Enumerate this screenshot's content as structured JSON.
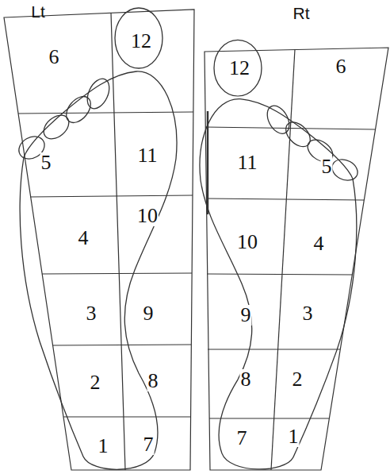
{
  "diagram": {
    "labels": [
      "Lt",
      "Rt",
      "6",
      "12",
      "5",
      "11",
      "4",
      "10",
      "3",
      "9",
      "2",
      "8",
      "1",
      "7",
      "12",
      "6",
      "11",
      "5",
      "10",
      "4",
      "9",
      "3",
      "8",
      "2",
      "7",
      "1"
    ]
  }
}
